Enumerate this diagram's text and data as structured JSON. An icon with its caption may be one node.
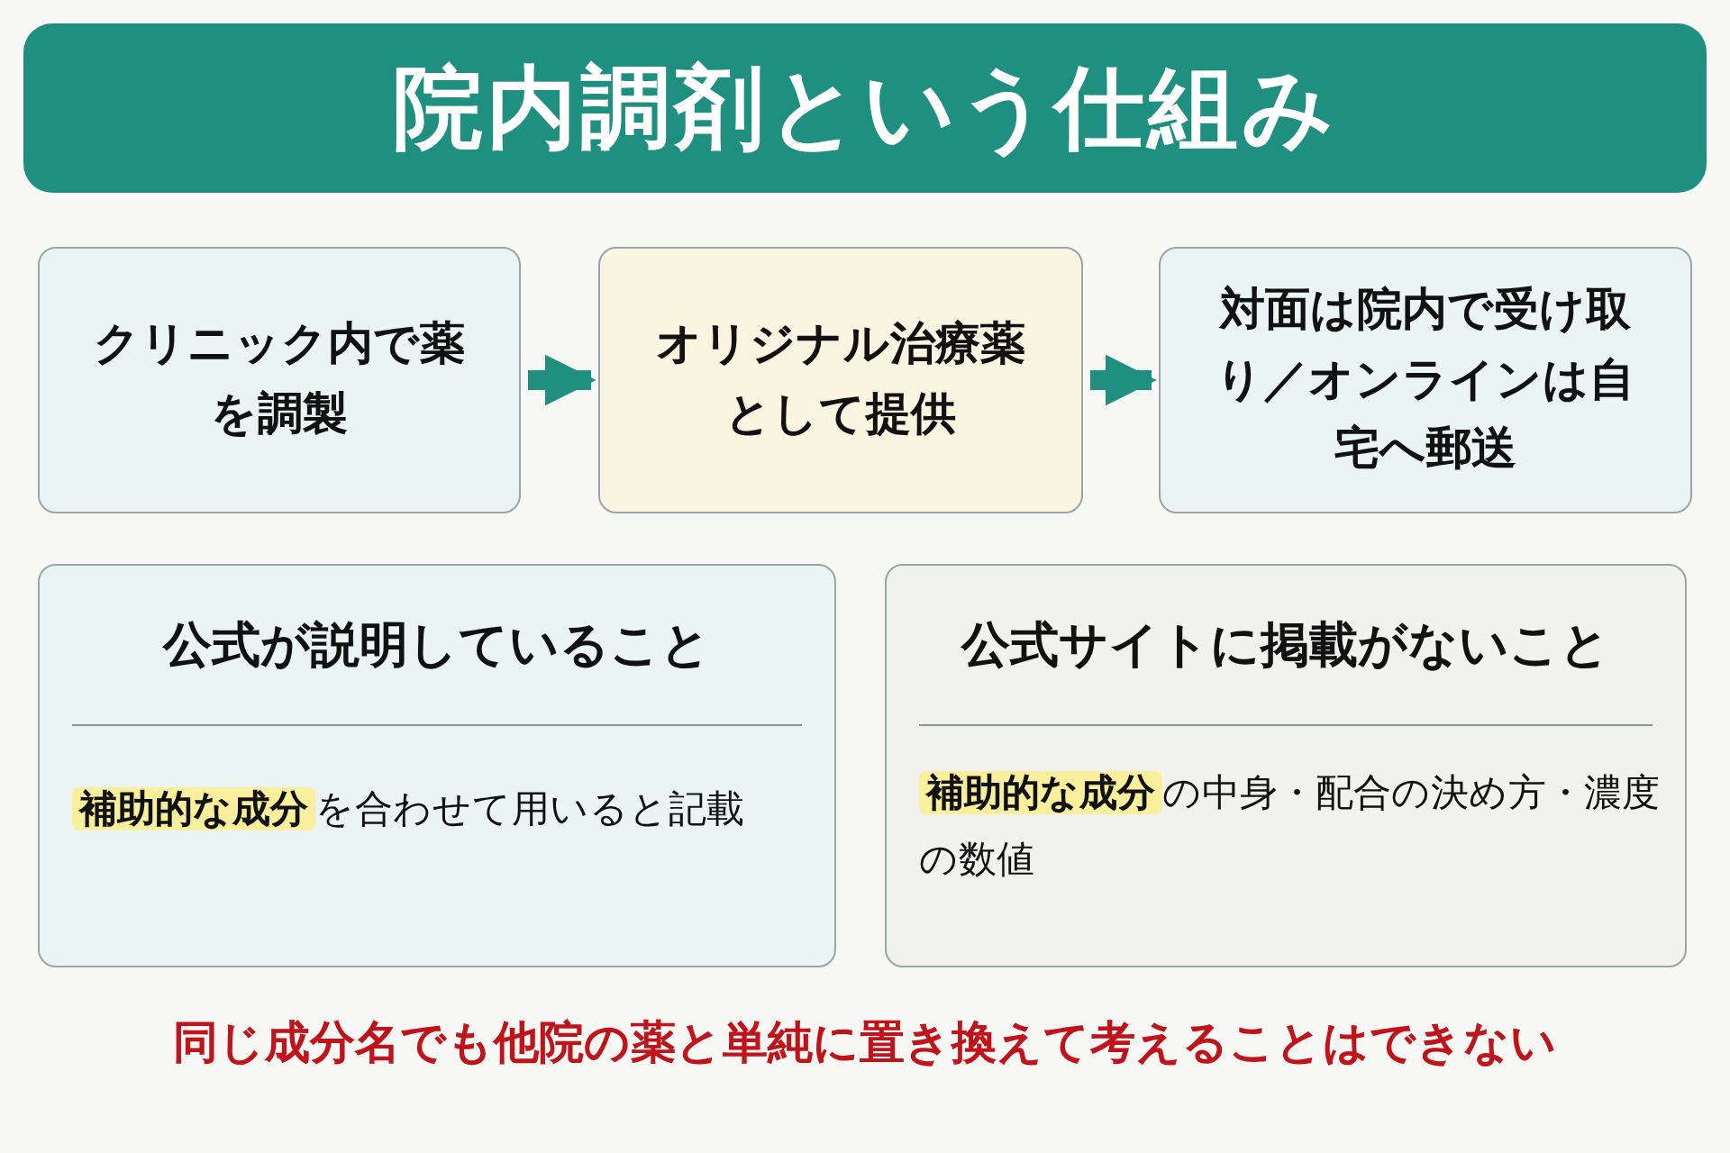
{
  "diagram": {
    "title": "院内調剤という仕組み",
    "nodes": [
      {
        "text": [
          "クリニック内で薬を調製"
        ]
      },
      {
        "text": [
          "オリジナル治療薬として提供"
        ]
      },
      {
        "text": [
          "対面は院内で受け取り／オンラインは自宅へ郵送"
        ]
      },
      {
        "text": [
          "公式が説明していること",
          "**補助的な成分**を合わせて用いると記載"
        ]
      },
      {
        "text": [
          "公式サイトに掲載がないこと",
          "**補助的な成分**の中身・配合の決め方・濃度の数値"
        ]
      }
    ],
    "edges": [
      {
        "from": 0,
        "to": 1,
        "arrow": "to"
      },
      {
        "from": 1,
        "to": 2,
        "arrow": "to"
      }
    ],
    "labels": [
      "同じ成分名でも他院の薬と単純に置き換えて考えることはできない"
    ]
  }
}
